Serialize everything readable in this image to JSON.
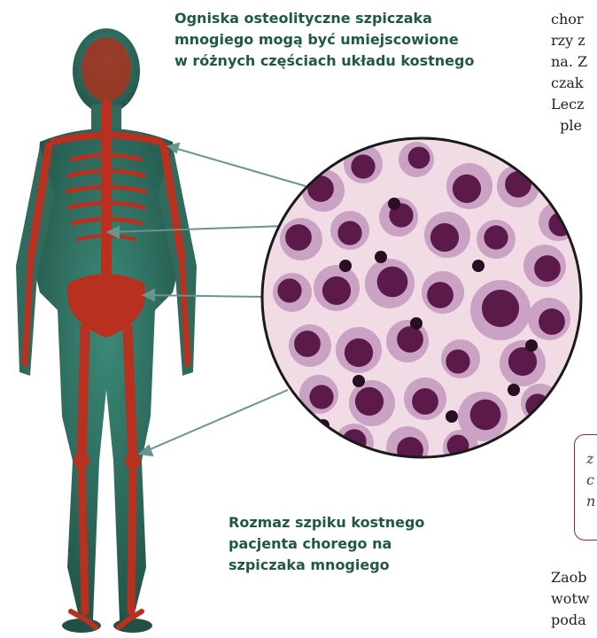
{
  "captions": {
    "lesions": [
      "Ogniska osteolityczne szpiczaka",
      "mnogiego mogą być umiejscowione",
      "w różnych częściach układu kostnego"
    ],
    "smear": [
      "Rozmaz szpiku kostnego",
      "pacjenta chorego na",
      "szpiczaka mnogiego"
    ]
  },
  "side_text": {
    "top": [
      "chor",
      "rzy z",
      "na. Z",
      "czak",
      "Lecz",
      "  ple"
    ],
    "box": [
      "z",
      "c",
      "n"
    ],
    "bottom": [
      "Zaob",
      "wotw",
      "poda"
    ]
  },
  "colors": {
    "body": "#2f6a5c",
    "skeleton": "#b8301f",
    "arrow": "#6a9490",
    "caption": "#1e5a42",
    "cell_nucleus": "#5c1a4a",
    "cell_cytoplasm": "#c9a2c4",
    "smear_background": "#f1dbe4"
  }
}
